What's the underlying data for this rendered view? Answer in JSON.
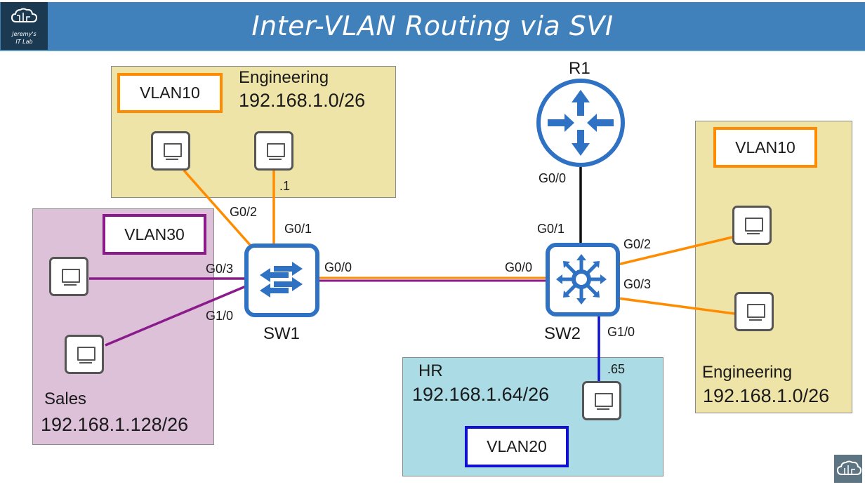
{
  "header": {
    "title": "Inter-VLAN Routing via SVI",
    "logo_line1": "Jeremy's",
    "logo_line2": "IT Lab",
    "logo_icon": "cloud-circuit-icon"
  },
  "colors": {
    "header_bg": "#4081bb",
    "logo_bg": "#1b3a52",
    "engineering_zone": "#efe4a8",
    "sales_zone": "#dcc1d9",
    "hr_zone": "#abdce6",
    "vlan10": "#ff8c00",
    "vlan20": "#1010d0",
    "vlan30": "#8b1a8b",
    "device_blue": "#2f72c4"
  },
  "zones": {
    "engineering_left": {
      "name": "Engineering",
      "subnet": "192.168.1.0/26",
      "vlan": "VLAN10"
    },
    "sales": {
      "name": "Sales",
      "subnet": "192.168.1.128/26",
      "vlan": "VLAN30"
    },
    "hr": {
      "name": "HR",
      "subnet": "192.168.1.64/26",
      "vlan": "VLAN20"
    },
    "engineering_right": {
      "name": "Engineering",
      "subnet": "192.168.1.0/26",
      "vlan": "VLAN10"
    }
  },
  "devices": {
    "r1": "R1",
    "sw1": "SW1",
    "sw2": "SW2"
  },
  "ports": {
    "sw1_g02": "G0/2",
    "sw1_g01": "G0/1",
    "sw1_g03": "G0/3",
    "sw1_g10": "G1/0",
    "sw1_g00": "G0/0",
    "sw2_g00": "G0/0",
    "sw2_g01": "G0/1",
    "r1_g00": "G0/0",
    "sw2_g02": "G0/2",
    "sw2_g03": "G0/3",
    "sw2_g10": "G1/0"
  },
  "host_addresses": {
    "eng_pc2": ".1",
    "hr_pc": ".65"
  }
}
